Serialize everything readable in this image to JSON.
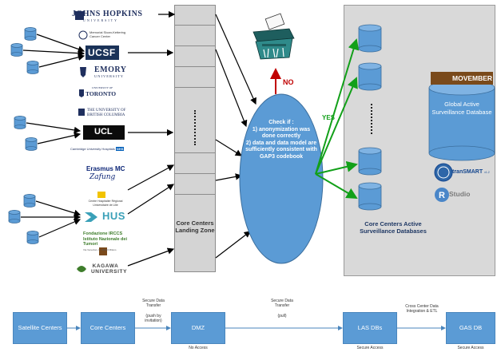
{
  "colors": {
    "ellipse": "#5b9bd5",
    "no_arrow": "#c00000",
    "yes_arrow": "#12a019",
    "cylinder": "#5b9bd5",
    "landing": "#d4d4d4",
    "panel": "#d9d9d9"
  },
  "landing_zone": {
    "label": "Core Centers Landing Zone"
  },
  "logos": {
    "jhu": "JOHNS HOPKINS",
    "jhu_sub": "UNIVERSITY",
    "msk": "Memorial Sloan-Kettering Cancer Center",
    "ucsf": "UCSF",
    "emory": "EMORY",
    "emory_sub": "UNIVERSITY",
    "toronto_small": "UNIVERSITY OF",
    "toronto": "TORONTO",
    "ubc": "THE UNIVERSITY OF BRITISH COLUMBIA",
    "ucl": "UCL",
    "cambridge": "Cambridge University Hospitals",
    "cambridge_nhs": "NHS",
    "erasmus": "Erasmus MC",
    "erasmus_script": "Zafung",
    "chr": "Centre Hospitalier Régional Universitaire de Lille",
    "hus": "HUS",
    "irccs": "Fondazione IRCCS Istituto Nazionale dei Tumori",
    "irccs_small": "Via Venezian, 1 · 20133 Milano",
    "kagawa": "KAGAWA UNIVERSITY",
    "movember": "MOVEMBER",
    "transmart": "tranSMART",
    "transmart_ver": "v1.2",
    "rstudio": "Studio"
  },
  "check": {
    "text": "Check if :\n1) anonymization was done correctly\n2) data and data model are sufficiently consistent with GAP3 codebook"
  },
  "no_label": "NO",
  "yes_label": "YES",
  "db_panel": {
    "label": "Core Centers Active Surveillance Databases"
  },
  "global_db": {
    "label": "Global Active Surveillance Database"
  },
  "flow": {
    "boxes": [
      "Satellite Centers",
      "Core Centers",
      "DMZ",
      "LAS DBs",
      "GAS DB"
    ],
    "transfer1": "Secure Data Transfer\n\n(push by invitation)",
    "transfer2": "Secure Data Transfer\n\n(pull)",
    "transfer3": "Cross Center Data Integration & ETL",
    "access_dmz": "No Access",
    "access_las": "Secure Access",
    "access_gas": "Secure Access"
  }
}
